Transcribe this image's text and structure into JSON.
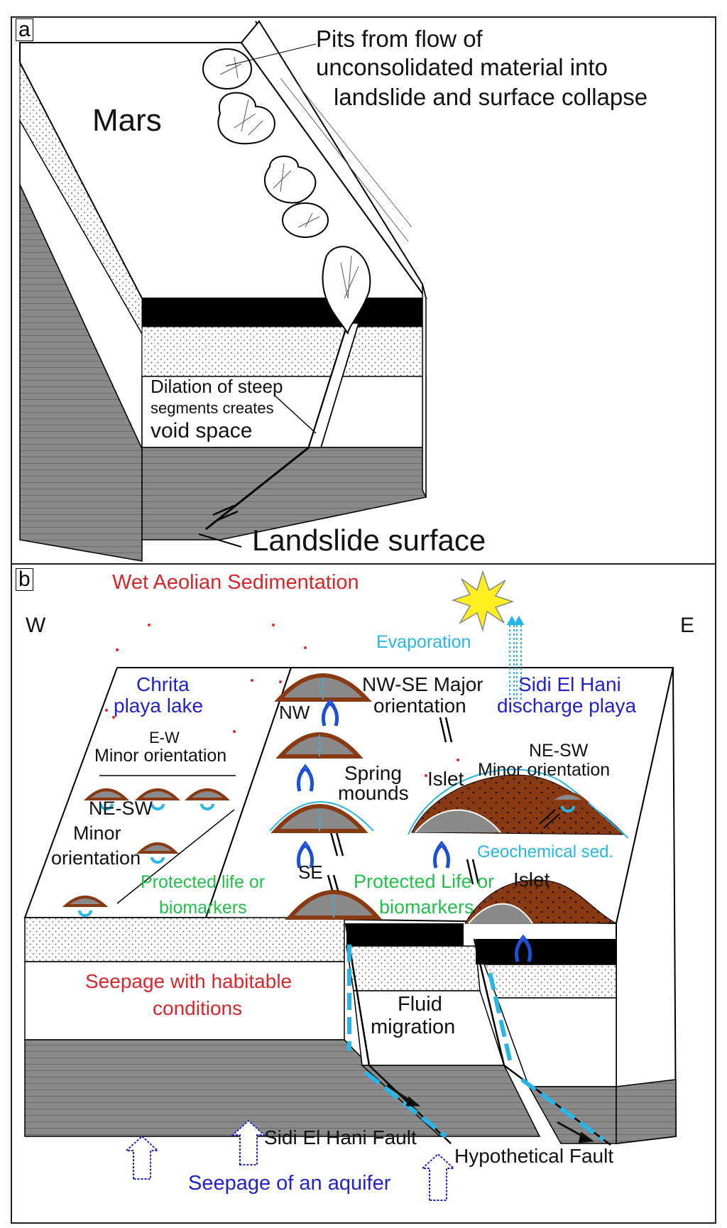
{
  "panel_a": {
    "tag": "a",
    "title": "Mars",
    "pits_label": [
      "Pits from flow of",
      "unconsolidated material into",
      "landslide and surface collapse"
    ],
    "dilation_label": [
      "Dilation of steep",
      "segments creates",
      "void space"
    ],
    "landslide_label": "Landslide surface"
  },
  "panel_b": {
    "tag": "b",
    "header": "Wet Aeolian  Sedimentation",
    "west": "W",
    "east": "E",
    "evaporation": "Evaporation",
    "chrita": [
      "Chrita",
      "playa lake"
    ],
    "ew_minor": [
      "E-W",
      "Minor orientation"
    ],
    "nesw_minor_left": [
      "NE-SW",
      "Minor",
      "orientation"
    ],
    "nw": "NW",
    "se": "SE",
    "nwse_major": [
      "NW-SE Major",
      "orientation"
    ],
    "sidi_playa": [
      "Sidi El Hani",
      "discharge playa"
    ],
    "nesw_minor_right": [
      "NE-SW",
      "Minor orientation"
    ],
    "spring_mounds": [
      "Spring",
      "mounds"
    ],
    "islet": "Islet",
    "islet2": "Islet",
    "geochem": "Geochemical sed.",
    "protected_left": [
      "Protected life or",
      "biomarkers"
    ],
    "protected_right": [
      "Protected Life or",
      "biomarkers"
    ],
    "seepage_habitable": [
      "Seepage with habitable",
      "conditions"
    ],
    "fluid_migration": [
      "Fluid",
      "migration"
    ],
    "sidi_fault": "Sidi El Hani Fault",
    "hyp_fault": "Hypothetical Fault",
    "seepage_aquifer": "Seepage of an aquifer"
  },
  "colors": {
    "mound_brown": "#8a3a12",
    "mound_gray": "#8a8a8a",
    "water_cyan": "#27b6e6",
    "arrow_blue": "#1e4fd8",
    "sun_yellow": "#ffee22"
  }
}
